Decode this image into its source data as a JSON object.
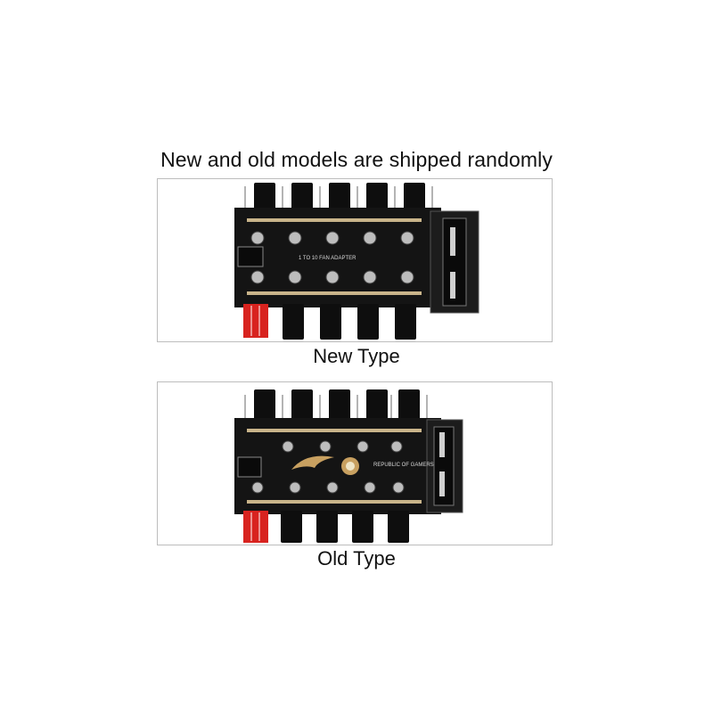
{
  "headline": "New and old models are shipped randomly",
  "panels": [
    {
      "caption": "New Type",
      "pcb_marking": "1 TO 10 FAN ADAPTER"
    },
    {
      "caption": "Old Type",
      "pcb_marking": "REPUBLIC OF GAMERS"
    }
  ],
  "colors": {
    "pcb": "#141414",
    "connector": "#0e0e0e",
    "power_connector": "#d8231f",
    "pin": "#c9b48a",
    "gold_pad": "#c8a060",
    "silkscreen": "#d9d9d9"
  }
}
